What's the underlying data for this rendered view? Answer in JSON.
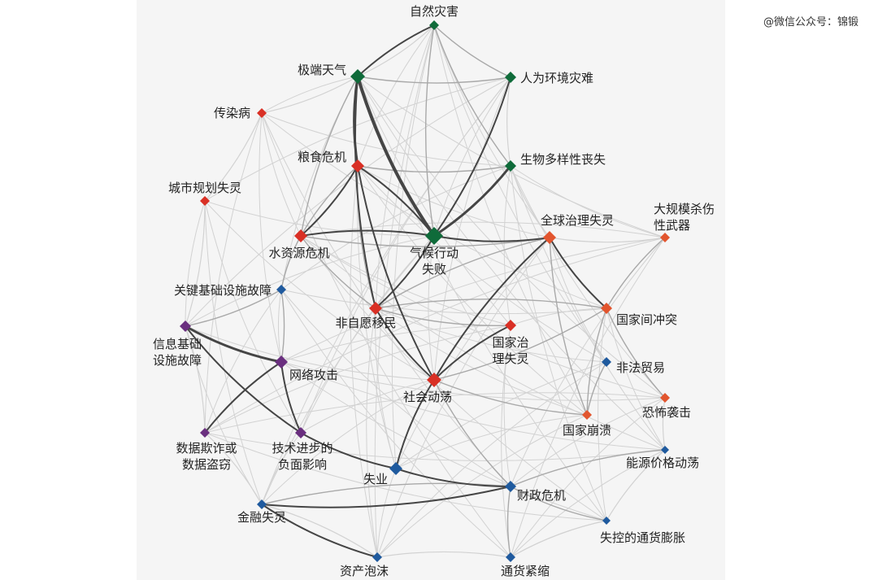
{
  "watermark": "@微信公众号：锦锻",
  "colors": {
    "environmental": "#0f6b3a",
    "societal": "#d93025",
    "geopolitical": "#e2552e",
    "technological": "#6a2f7f",
    "economic": "#1f5a9e",
    "edge_dark": "#454545",
    "edge_mid": "#a9a9a9",
    "edge_light": "#d2d2d2"
  },
  "nodes": [
    {
      "id": "natural-disaster",
      "label": [
        "自然灾害"
      ],
      "group": "environmental"
    },
    {
      "id": "extreme-weather",
      "label": [
        "极端天气"
      ],
      "group": "environmental"
    },
    {
      "id": "human-env-disaster",
      "label": [
        "人为环境灾难"
      ],
      "group": "environmental"
    },
    {
      "id": "infectious-disease",
      "label": [
        "传染病"
      ],
      "group": "societal"
    },
    {
      "id": "food-crisis",
      "label": [
        "粮食危机"
      ],
      "group": "societal"
    },
    {
      "id": "biodiversity-loss",
      "label": [
        "生物多样性丧失"
      ],
      "group": "environmental"
    },
    {
      "id": "urban-planning-failure",
      "label": [
        "城市规划失灵"
      ],
      "group": "societal"
    },
    {
      "id": "wmd",
      "label": [
        "大规模杀伤",
        "性武器"
      ],
      "group": "geopolitical"
    },
    {
      "id": "global-governance-failure",
      "label": [
        "全球治理失灵"
      ],
      "group": "geopolitical"
    },
    {
      "id": "water-crisis",
      "label": [
        "水资源危机"
      ],
      "group": "societal"
    },
    {
      "id": "climate-action-failure",
      "label": [
        "气候行动",
        "失败"
      ],
      "group": "environmental"
    },
    {
      "id": "critical-infrastructure-failure",
      "label": [
        "关键基础设施故障"
      ],
      "group": "economic"
    },
    {
      "id": "involuntary-migration",
      "label": [
        "非自愿移民"
      ],
      "group": "societal"
    },
    {
      "id": "interstate-conflict",
      "label": [
        "国家间冲突"
      ],
      "group": "geopolitical"
    },
    {
      "id": "info-infrastructure-breakdown",
      "label": [
        "信息基础",
        "设施故障"
      ],
      "group": "technological"
    },
    {
      "id": "national-governance-failure",
      "label": [
        "国家治",
        "理失灵"
      ],
      "group": "societal"
    },
    {
      "id": "illicit-trade",
      "label": [
        "非法贸易"
      ],
      "group": "economic"
    },
    {
      "id": "cyberattacks",
      "label": [
        "网络攻击"
      ],
      "group": "technological"
    },
    {
      "id": "social-instability",
      "label": [
        "社会动荡"
      ],
      "group": "societal"
    },
    {
      "id": "terrorist-attacks",
      "label": [
        "恐怖袭击"
      ],
      "group": "geopolitical"
    },
    {
      "id": "state-collapse",
      "label": [
        "国家崩溃"
      ],
      "group": "geopolitical"
    },
    {
      "id": "data-fraud-theft",
      "label": [
        "数据欺诈或",
        "数据盗窃"
      ],
      "group": "technological"
    },
    {
      "id": "adverse-tech-consequences",
      "label": [
        "技术进步的",
        "负面影响"
      ],
      "group": "technological"
    },
    {
      "id": "energy-price-shock",
      "label": [
        "能源价格动荡"
      ],
      "group": "economic"
    },
    {
      "id": "unemployment",
      "label": [
        "失业"
      ],
      "group": "economic"
    },
    {
      "id": "fiscal-crisis",
      "label": [
        "财政危机"
      ],
      "group": "economic"
    },
    {
      "id": "financial-failure",
      "label": [
        "金融失灵"
      ],
      "group": "economic"
    },
    {
      "id": "unmanageable-inflation",
      "label": [
        "失控的通货膨胀"
      ],
      "group": "economic"
    },
    {
      "id": "asset-bubble",
      "label": [
        "资产泡沫"
      ],
      "group": "economic"
    },
    {
      "id": "deflation",
      "label": [
        "通货紧缩"
      ],
      "group": "economic"
    }
  ]
}
